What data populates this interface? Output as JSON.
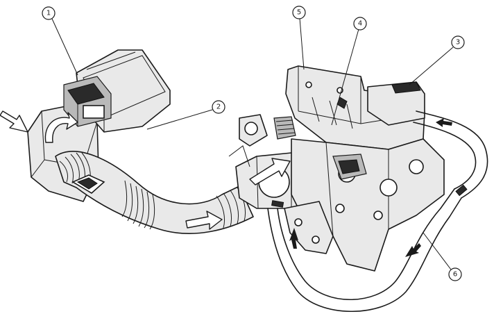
{
  "callouts": [
    {
      "id": "1",
      "label": "1"
    },
    {
      "id": "2",
      "label": "2"
    },
    {
      "id": "3",
      "label": "3"
    },
    {
      "id": "4",
      "label": "4"
    },
    {
      "id": "5",
      "label": "5"
    },
    {
      "id": "6",
      "label": "6"
    }
  ],
  "colors": {
    "ink": "#1a1a1a",
    "paper": "#ffffff",
    "shade": "#e9e9e9"
  }
}
